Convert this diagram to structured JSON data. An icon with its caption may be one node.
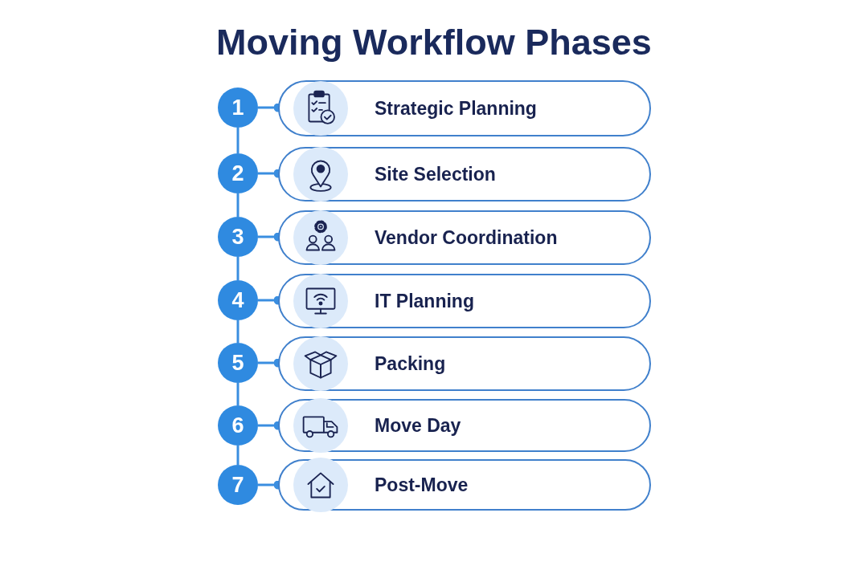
{
  "diagram": {
    "title": "Moving Workflow Phases",
    "nodes": [
      {
        "text": [
          "1"
        ]
      },
      {
        "text": [
          "Strategic Planning"
        ]
      },
      {
        "text": [
          "2"
        ]
      },
      {
        "text": [
          "Site Selection"
        ]
      },
      {
        "text": [
          "3"
        ]
      },
      {
        "text": [
          "Vendor Coordination"
        ]
      },
      {
        "text": [
          "4"
        ]
      },
      {
        "text": [
          "IT Planning"
        ]
      },
      {
        "text": [
          "5"
        ]
      },
      {
        "text": [
          "Packing"
        ]
      },
      {
        "text": [
          "6"
        ]
      },
      {
        "text": [
          "Move Day"
        ]
      },
      {
        "text": [
          "7"
        ]
      },
      {
        "text": [
          "Post-Move"
        ]
      }
    ],
    "edges": [
      {
        "from": 0,
        "to": 1,
        "arrow": "other"
      },
      {
        "from": 0,
        "to": 2,
        "arrow": "none"
      },
      {
        "from": 2,
        "to": 3,
        "arrow": "other"
      },
      {
        "from": 2,
        "to": 4,
        "arrow": "none"
      },
      {
        "from": 4,
        "to": 5,
        "arrow": "other"
      },
      {
        "from": 4,
        "to": 6,
        "arrow": "none"
      },
      {
        "from": 6,
        "to": 7,
        "arrow": "other"
      },
      {
        "from": 6,
        "to": 8,
        "arrow": "none"
      },
      {
        "from": 8,
        "to": 9,
        "arrow": "other"
      },
      {
        "from": 8,
        "to": 10,
        "arrow": "none"
      },
      {
        "from": 10,
        "to": 11,
        "arrow": "other"
      },
      {
        "from": 10,
        "to": 12,
        "arrow": "none"
      },
      {
        "from": 12,
        "to": 13,
        "arrow": "other"
      }
    ]
  }
}
